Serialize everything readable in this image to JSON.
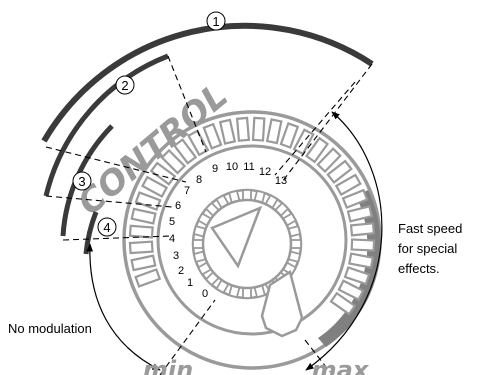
{
  "dial": {
    "brand_label": "CONTROL",
    "min_label": "min",
    "max_label": "max",
    "scale_numbers": [
      "0",
      "1",
      "2",
      "3",
      "4",
      "5",
      "6",
      "7",
      "8",
      "9",
      "10",
      "11",
      "12",
      "13"
    ]
  },
  "ranges": [
    {
      "marker": "①"
    },
    {
      "marker": "②"
    },
    {
      "marker": "③"
    },
    {
      "marker": "④"
    }
  ],
  "annotations": {
    "no_modulation": "No modulation",
    "fast_speed": [
      "Fast speed",
      "for special",
      "effects."
    ]
  },
  "colors": {
    "ink": "#000000",
    "dial_gray": "#9a9a9a",
    "dark_gray": "#808080"
  }
}
